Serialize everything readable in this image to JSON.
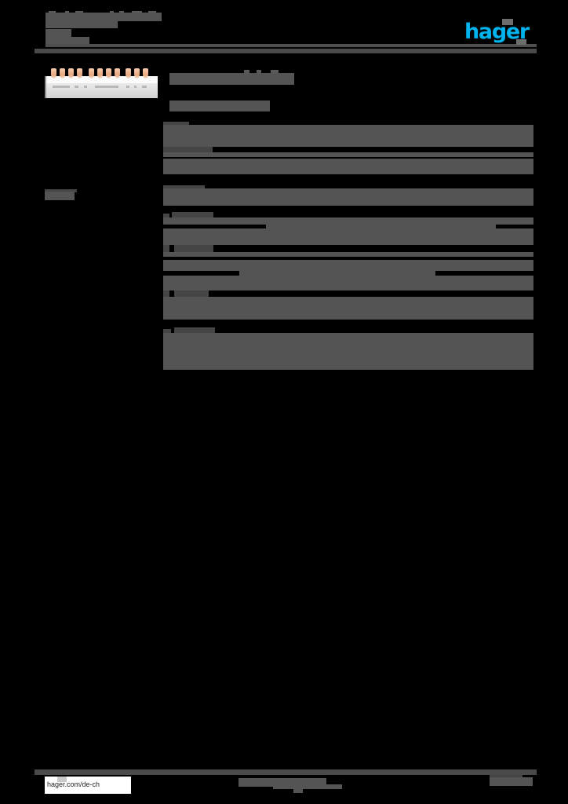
{
  "document": {
    "kind": "product-datasheet",
    "page_background": "#000000",
    "redaction_color": "#545454",
    "accent_color": "#00b3ed"
  },
  "header": {
    "title_line_1": "",
    "title_line_2": "",
    "title_line_3": "",
    "title_line_4": "",
    "subtitle": "",
    "logo_text": "hager"
  },
  "product": {
    "image_alt": "busbar-product-photo",
    "pin_count": 11
  },
  "sidebar": {
    "caption": ""
  },
  "main": {
    "heading": "",
    "subheading": "",
    "sections": [
      {
        "label": "",
        "rows": [
          "",
          "",
          ""
        ]
      },
      {
        "label": "",
        "rows": [
          ""
        ]
      },
      {
        "label": "",
        "rows": [
          "",
          "",
          ""
        ]
      },
      {
        "label": "",
        "rows": [
          "",
          "",
          "",
          ""
        ]
      },
      {
        "label": "",
        "rows": [
          "",
          ""
        ]
      }
    ]
  },
  "footer": {
    "url": "hager.com/de-ch",
    "center_text": "",
    "page_text": ""
  }
}
